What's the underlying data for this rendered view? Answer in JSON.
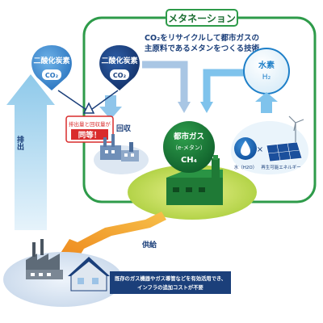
{
  "diagram": {
    "section_title": "メタネーション",
    "headline_line1": "CO₂をリサイクルして都市ガスの",
    "headline_line2": "主原料であるメタンをつくる技術",
    "balloon_left": {
      "label": "二酸化炭素",
      "formula": "CO₂"
    },
    "balloon_center": {
      "label": "二酸化炭素",
      "formula": "CO₂"
    },
    "hydrogen": {
      "label": "水素",
      "formula": "H₂"
    },
    "methane": {
      "label": "都市ガス",
      "sublabel": "（e-メタン）",
      "formula": "CH₄"
    },
    "water_energy": {
      "water": "水（H2O）",
      "cross": "×",
      "energy": "再生可能エネルギー"
    },
    "emission_label": "排出",
    "recovery_label": "回収",
    "supply_label": "供給",
    "balance_line1": "排出量と回収量が",
    "balance_line2": "同等！",
    "note_line1": "既存のガス機器やガス導管などを有効活用でき、",
    "note_line2": "インフラの追加コストが不要",
    "colors": {
      "green_frame": "#2e9b4a",
      "navy": "#1b3f7a",
      "cyan": "#1e7fc8",
      "light_blue": "#7fc3ec",
      "red": "#d92b2b",
      "orange": "#f0a023"
    }
  }
}
